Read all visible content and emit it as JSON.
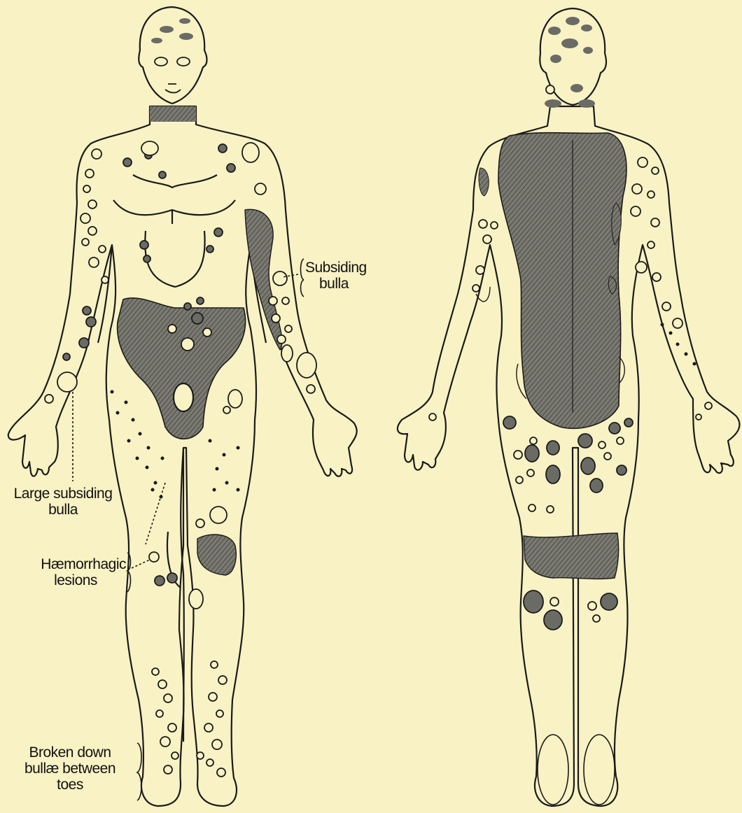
{
  "figure": {
    "annotations": {
      "subsiding_bulla": [
        "Subsiding",
        "bulla"
      ],
      "large_subsiding_bulla": [
        "Large subsiding",
        "bulla"
      ],
      "haemorrhagic_lesions": [
        "Hæmorrhagic",
        "lesions"
      ],
      "broken_down_bullae": [
        "Broken down",
        "bullæ between",
        "toes"
      ]
    },
    "views": [
      "front-view",
      "back-view"
    ],
    "colors": {
      "paper": "#f9f2c4",
      "ink": "#1a1a1a",
      "lesion_shade": "#6b6b66"
    }
  }
}
